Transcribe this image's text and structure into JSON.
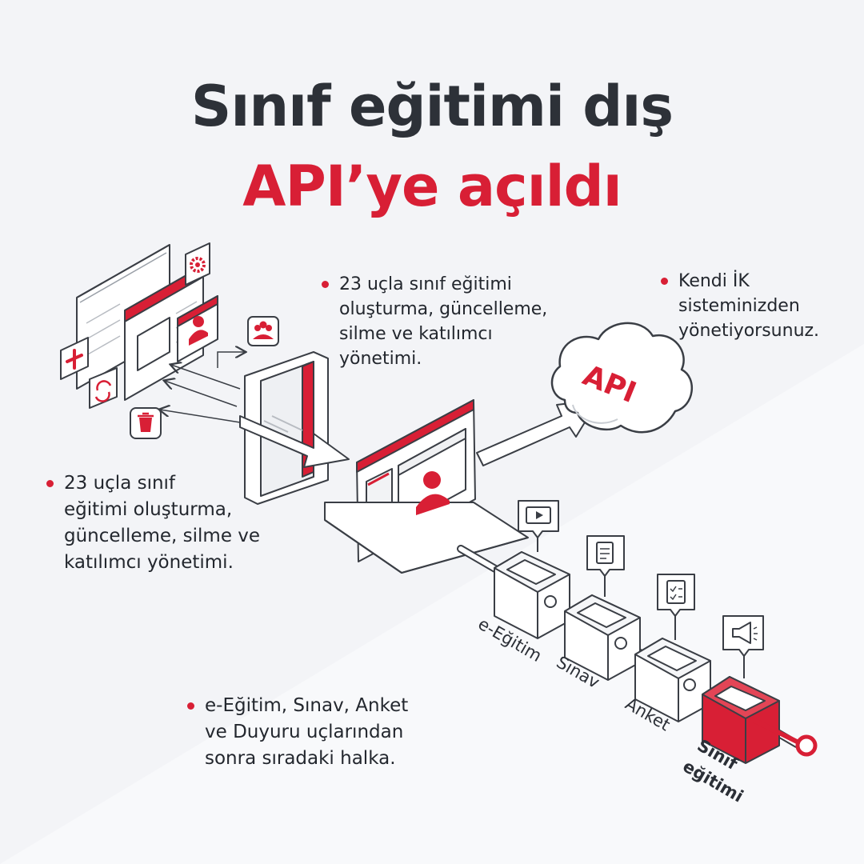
{
  "title": {
    "line1": "Sınıf eğitimi dış",
    "line2": "API’ye açıldı"
  },
  "bullets": {
    "top": [
      "23 uçla sınıf eğitimi",
      "oluşturma, güncelleme,",
      "silme ve katılımcı",
      "yönetimi."
    ],
    "right": [
      "Kendi İK",
      "sisteminizden",
      "yönetiyorsunuz."
    ],
    "left": [
      "23 uçla sınıf",
      "eğitimi oluşturma,",
      "güncelleme, silme ve",
      "katılımcı yönetimi."
    ],
    "bottom": [
      "e-Eğitim, Sınav, Anket",
      "ve Duyuru uçlarından",
      "sonra sıradaki halka."
    ]
  },
  "cloud_label": "API",
  "chain": {
    "links": [
      "e-Eğitim",
      "Sınav",
      "Anket"
    ],
    "final_line1": "Sınıf",
    "final_line2": "eğitimi"
  },
  "icons": [
    "settings-gear-icon",
    "people-group-icon",
    "add-plus-icon",
    "refresh-icon",
    "trash-icon",
    "video-play-icon",
    "exam-paper-icon",
    "survey-clipboard-icon",
    "megaphone-icon",
    "user-profile-icon"
  ],
  "colors": {
    "accent": "#d81f35",
    "dark": "#2d3138",
    "background": "#f3f4f7"
  }
}
